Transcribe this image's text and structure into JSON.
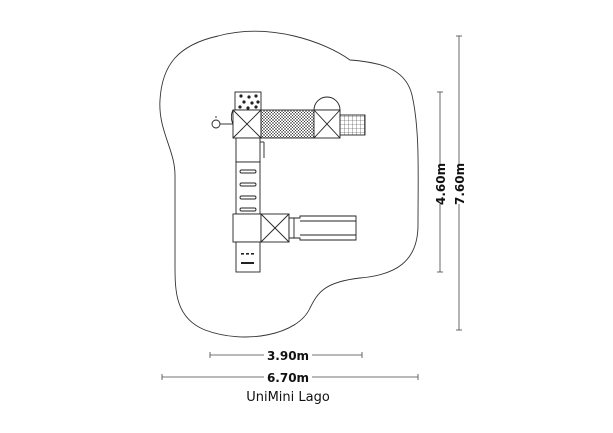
{
  "product": {
    "name": "UniMini Lago"
  },
  "dimensions": {
    "width_inner": "3.90m",
    "width_outer": "6.70m",
    "height_inner": "4.60m",
    "height_outer": "7.60m"
  },
  "colors": {
    "line": "#222222",
    "safety_zone": "#333333",
    "fill": "#ffffff"
  }
}
